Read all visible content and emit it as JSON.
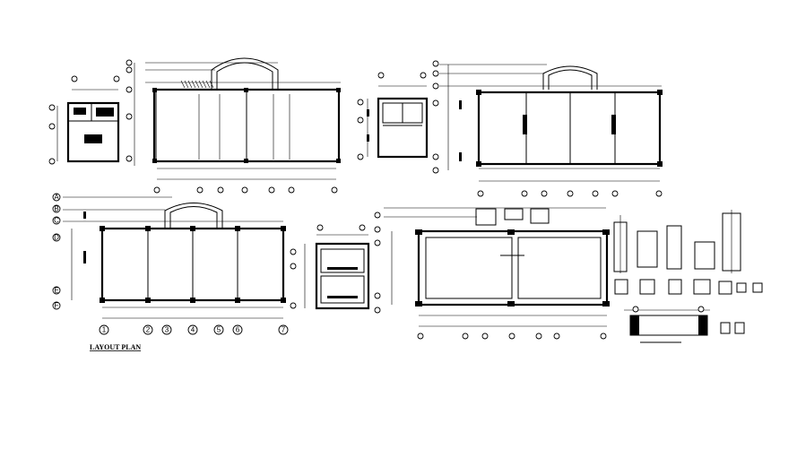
{
  "drawing": {
    "title": "LAYOUT PLAN",
    "grid_numbers": [
      "1",
      "2",
      "3",
      "4",
      "5",
      "6",
      "7"
    ],
    "grid_letters": [
      "A",
      "B",
      "C",
      "D",
      "E",
      "F"
    ]
  }
}
